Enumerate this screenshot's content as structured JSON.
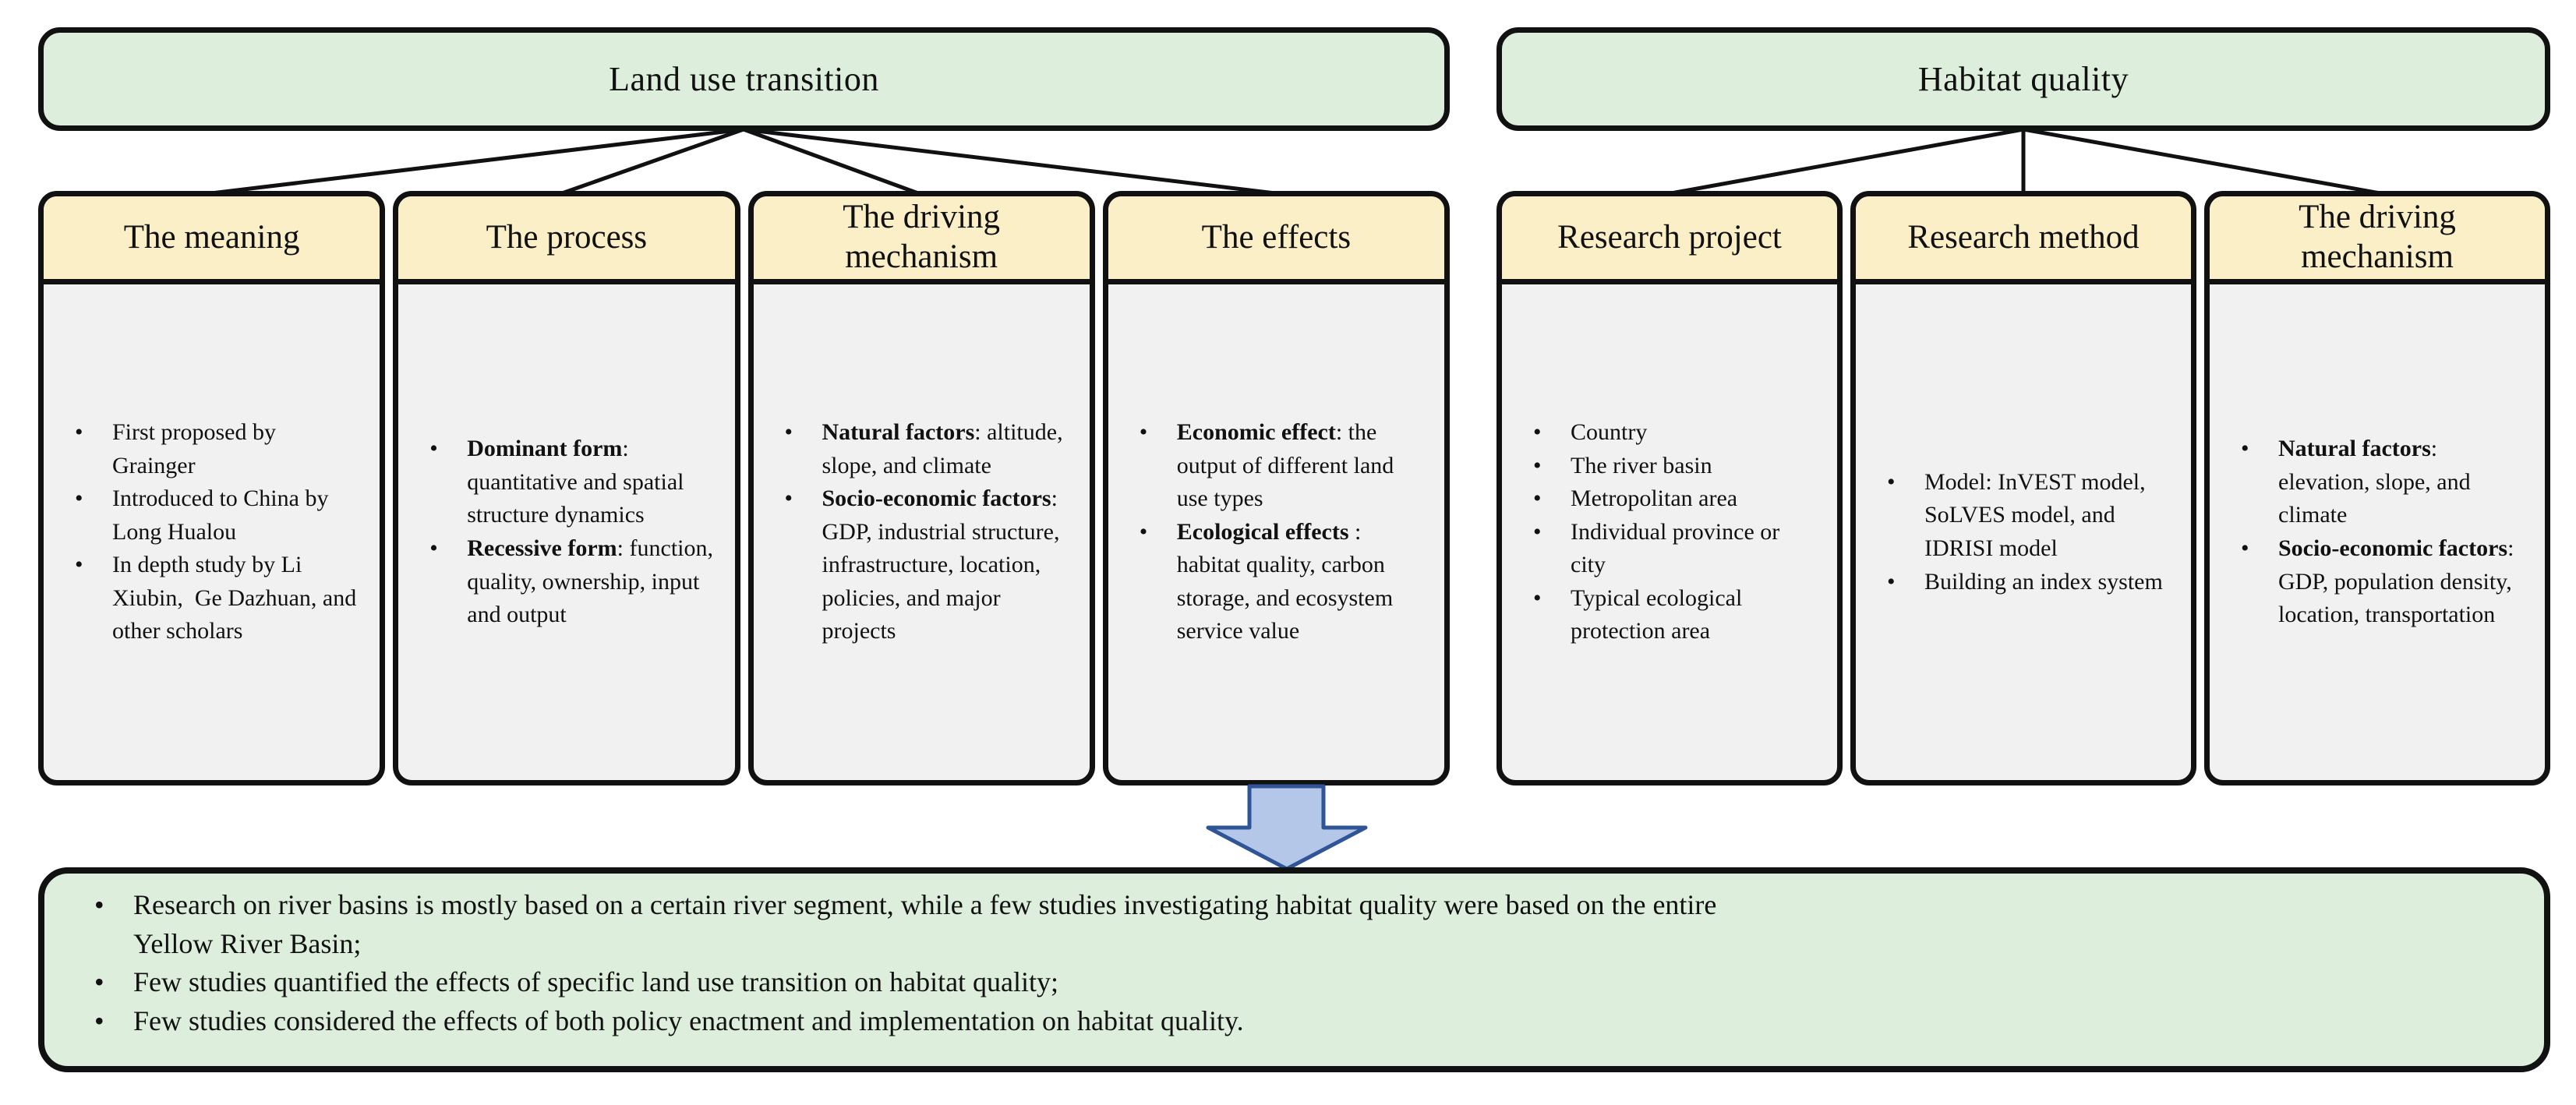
{
  "left_group": {
    "title": "Land use transition",
    "columns": [
      {
        "header": "The meaning",
        "bullets": [
          [
            {
              "t": "First proposed by Grainger"
            }
          ],
          [
            {
              "t": "Introduced to China by Long Hualou"
            }
          ],
          [
            {
              "t": "In depth study by Li Xiubin,  Ge Dazhuan, and other scholars"
            }
          ]
        ]
      },
      {
        "header": "The process",
        "bullets": [
          [
            {
              "t": "Dominant form",
              "b": true
            },
            {
              "t": ": quantitative and spatial structure dynamics"
            }
          ],
          [
            {
              "t": "Recessive form",
              "b": true
            },
            {
              "t": ": function, quality, ownership, input and output"
            }
          ]
        ]
      },
      {
        "header": "The driving mechanism",
        "bullets": [
          [
            {
              "t": "Natural factors",
              "b": true
            },
            {
              "t": ": altitude, slope, and climate"
            }
          ],
          [
            {
              "t": "Socio-economic factors",
              "b": true
            },
            {
              "t": ": GDP, industrial structure, infrastructure, location, policies, and major projects"
            }
          ]
        ]
      },
      {
        "header": "The effects",
        "bullets": [
          [
            {
              "t": "Economic effect",
              "b": true
            },
            {
              "t": ": the output of different land use types"
            }
          ],
          [
            {
              "t": "Ecological effects",
              "b": true
            },
            {
              "t": " : habitat quality, carbon storage, and ecosystem service value"
            }
          ]
        ]
      }
    ]
  },
  "right_group": {
    "title": "Habitat quality",
    "columns": [
      {
        "header": "Research project",
        "bullets": [
          [
            {
              "t": "Country"
            }
          ],
          [
            {
              "t": "The river basin"
            }
          ],
          [
            {
              "t": "Metropolitan area"
            }
          ],
          [
            {
              "t": "Individual province or city"
            }
          ],
          [
            {
              "t": "Typical ecological protection area"
            }
          ]
        ]
      },
      {
        "header": "Research method",
        "bullets": [
          [
            {
              "t": "Model: InVEST model, SoLVES model, and IDRISI model"
            }
          ],
          [
            {
              "t": "Building an index system"
            }
          ]
        ]
      },
      {
        "header": "The driving mechanism",
        "bullets": [
          [
            {
              "t": "Natural factors",
              "b": true
            },
            {
              "t": ": elevation, slope, and climate"
            }
          ],
          [
            {
              "t": "Socio-economic factors",
              "b": true
            },
            {
              "t": ": GDP, population density, location, transportation"
            }
          ]
        ]
      }
    ]
  },
  "summary": {
    "bullets": [
      [
        {
          "t": "Research on river basins is mostly based on a certain river segment, while a few studies investigating habitat quality were based on the entire\nYellow River Basin;"
        }
      ],
      [
        {
          "t": "Few studies quantified the effects of specific land use transition on habitat quality;"
        }
      ],
      [
        {
          "t": "Few studies considered the effects of both policy enactment and implementation on habitat quality."
        }
      ]
    ]
  },
  "icons": {
    "down_arrow": "block-down-arrow"
  },
  "colors": {
    "green_fill": "#DDEEDC",
    "yellow_fill": "#FBEFC8",
    "gray_fill": "#F1F1F1",
    "border": "#111111",
    "arrow_fill": "#B5C7E8",
    "arrow_border": "#2F5597"
  }
}
